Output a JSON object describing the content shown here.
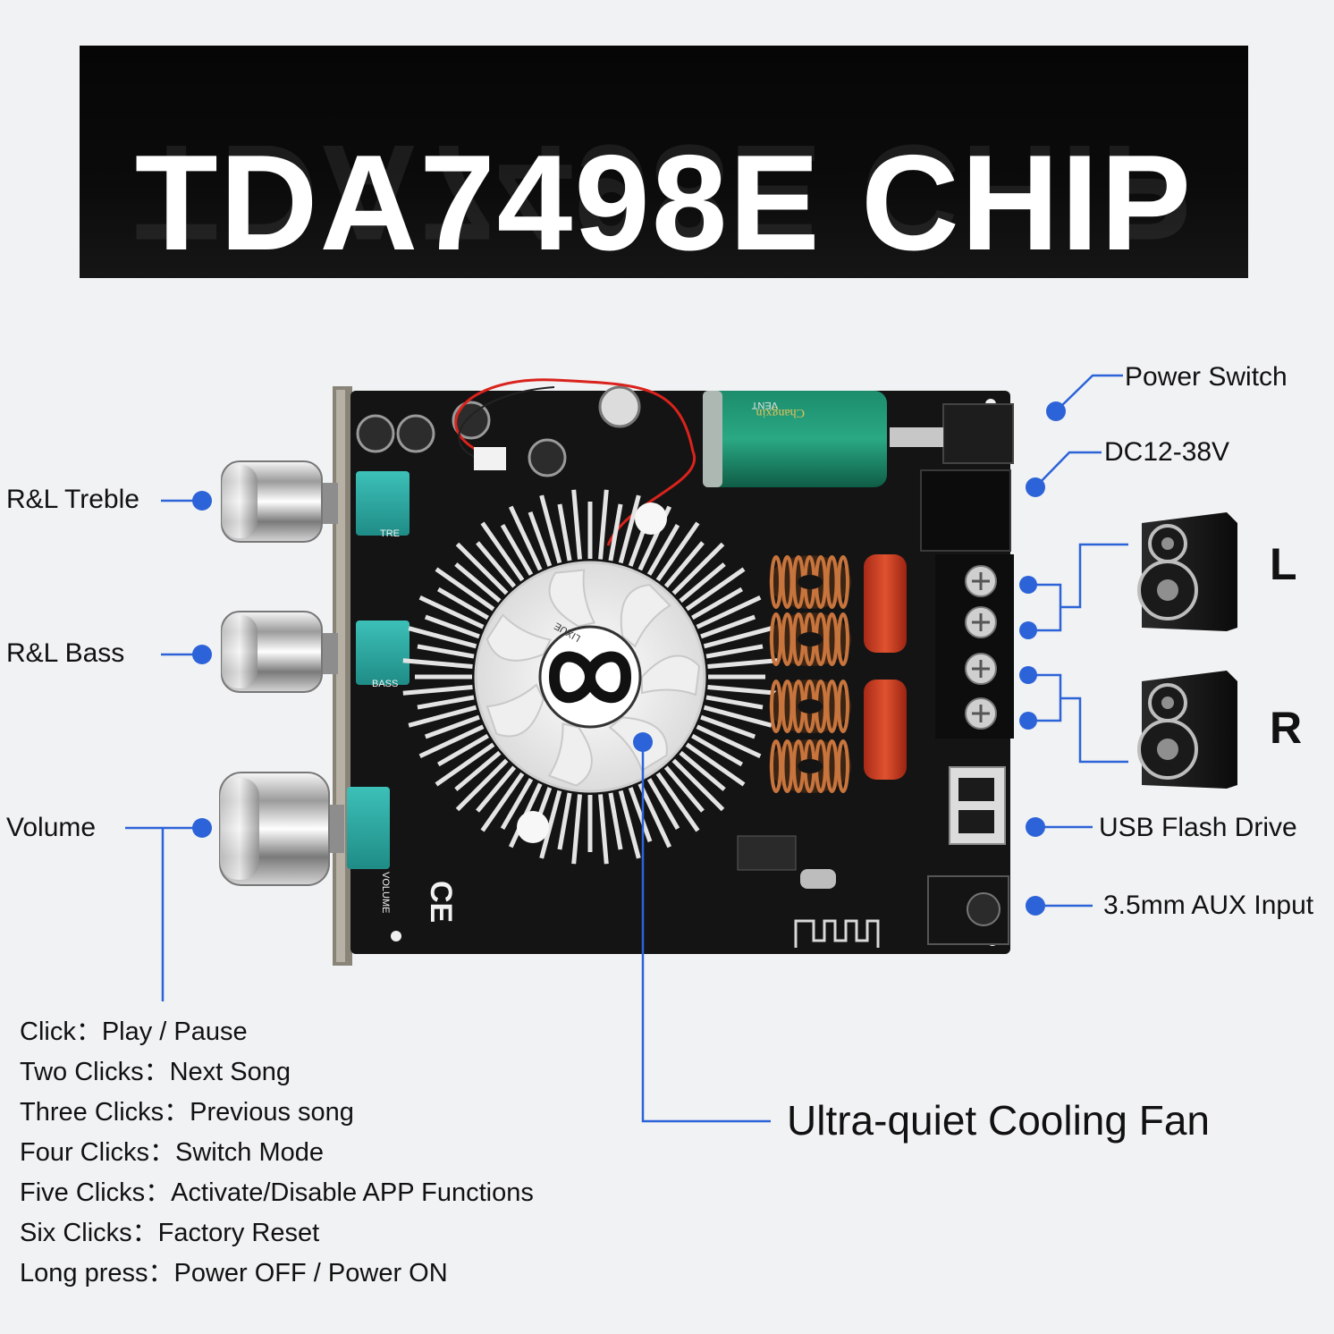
{
  "banner": {
    "title": "TDA7498E CHIP"
  },
  "board": {
    "silkscreen": {
      "treble": "TRE",
      "bass": "BASS",
      "volume": "VOLUME",
      "ce_mark": "CE",
      "fan_brand": "LIXUE",
      "capacitor_brand": "Changxin",
      "capacitor_series": "VENT"
    }
  },
  "callouts": {
    "treble": "R&L Treble",
    "bass": "R&L Bass",
    "volume": "Volume",
    "power_switch": "Power Switch",
    "dc_input": "DC12-38V",
    "left_channel": "L",
    "right_channel": "R",
    "usb": "USB Flash Drive",
    "aux": "3.5mm AUX Input",
    "fan": "Ultra-quiet Cooling Fan"
  },
  "volume_functions": [
    "Click：Play / Pause",
    "Two Clicks：Next Song",
    "Three Clicks：Previous song",
    "Four Clicks：Switch Mode",
    "Five Clicks：Activate/Disable APP Functions",
    "Six Clicks：Factory Reset",
    "Long press：Power OFF / Power ON"
  ],
  "colors": {
    "callout_blue": "#2c63d8",
    "pcb_black": "#141414",
    "terminal_teal": "#2aa7a0",
    "capacitor_green": "#167a5e",
    "film_cap_red": "#c93b22",
    "coil_copper": "#c8743d",
    "banner_black": "#0a0a0a"
  }
}
